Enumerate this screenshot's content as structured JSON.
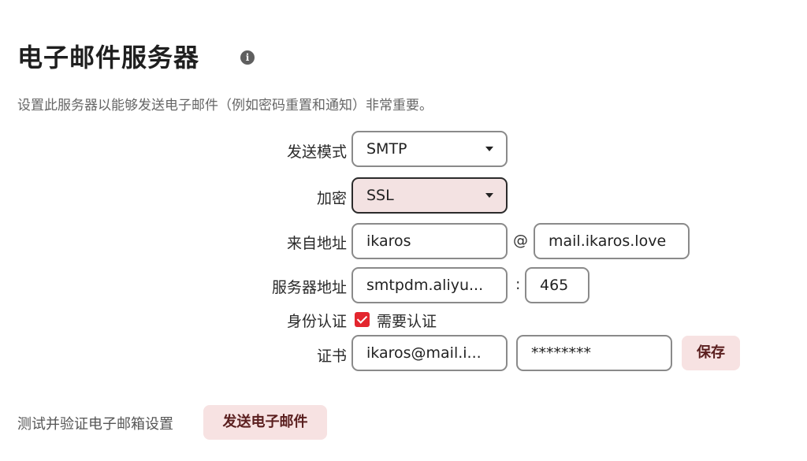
{
  "page": {
    "title": "电子邮件服务器",
    "description": "设置此服务器以能够发送电子邮件（例如密码重置和通知）非常重要。"
  },
  "icons": {
    "info": "info-icon",
    "dropdown": "chevron-down-icon",
    "check": "check-icon"
  },
  "form": {
    "send_mode": {
      "label": "发送模式",
      "value": "SMTP"
    },
    "encryption": {
      "label": "加密",
      "value": "SSL"
    },
    "from_address": {
      "label": "来自地址",
      "user": "ikaros",
      "at": "@",
      "domain": "mail.ikaros.love"
    },
    "server_address": {
      "label": "服务器地址",
      "host": "smtpdm.aliyu...",
      "colon": ":",
      "port": "465"
    },
    "auth": {
      "label": "身份认证",
      "checkbox_label": "需要认证",
      "checked": true
    },
    "credentials": {
      "label": "证书",
      "username": "ikaros@mail.i...",
      "password": "********",
      "save_label": "保存"
    }
  },
  "test": {
    "label": "测试并验证电子邮箱设置",
    "button_label": "发送电子邮件"
  },
  "colors": {
    "accent": "#e3262e",
    "button_bg": "#f7e2e2",
    "button_text": "#5a1e1e",
    "focused_bg": "#f3e2e2"
  }
}
